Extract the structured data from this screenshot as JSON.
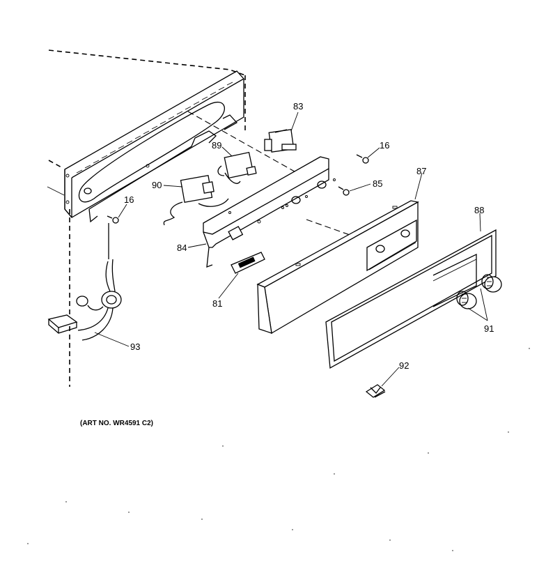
{
  "callouts": {
    "c83": "83",
    "c16a": "16",
    "c89": "89",
    "c87": "87",
    "c90": "90",
    "c85": "85",
    "c16b": "16",
    "c88": "88",
    "c84": "84",
    "c81": "81",
    "c91": "91",
    "c93": "93",
    "c92": "92"
  },
  "art_number": "(ART NO. WR4591 C2)"
}
